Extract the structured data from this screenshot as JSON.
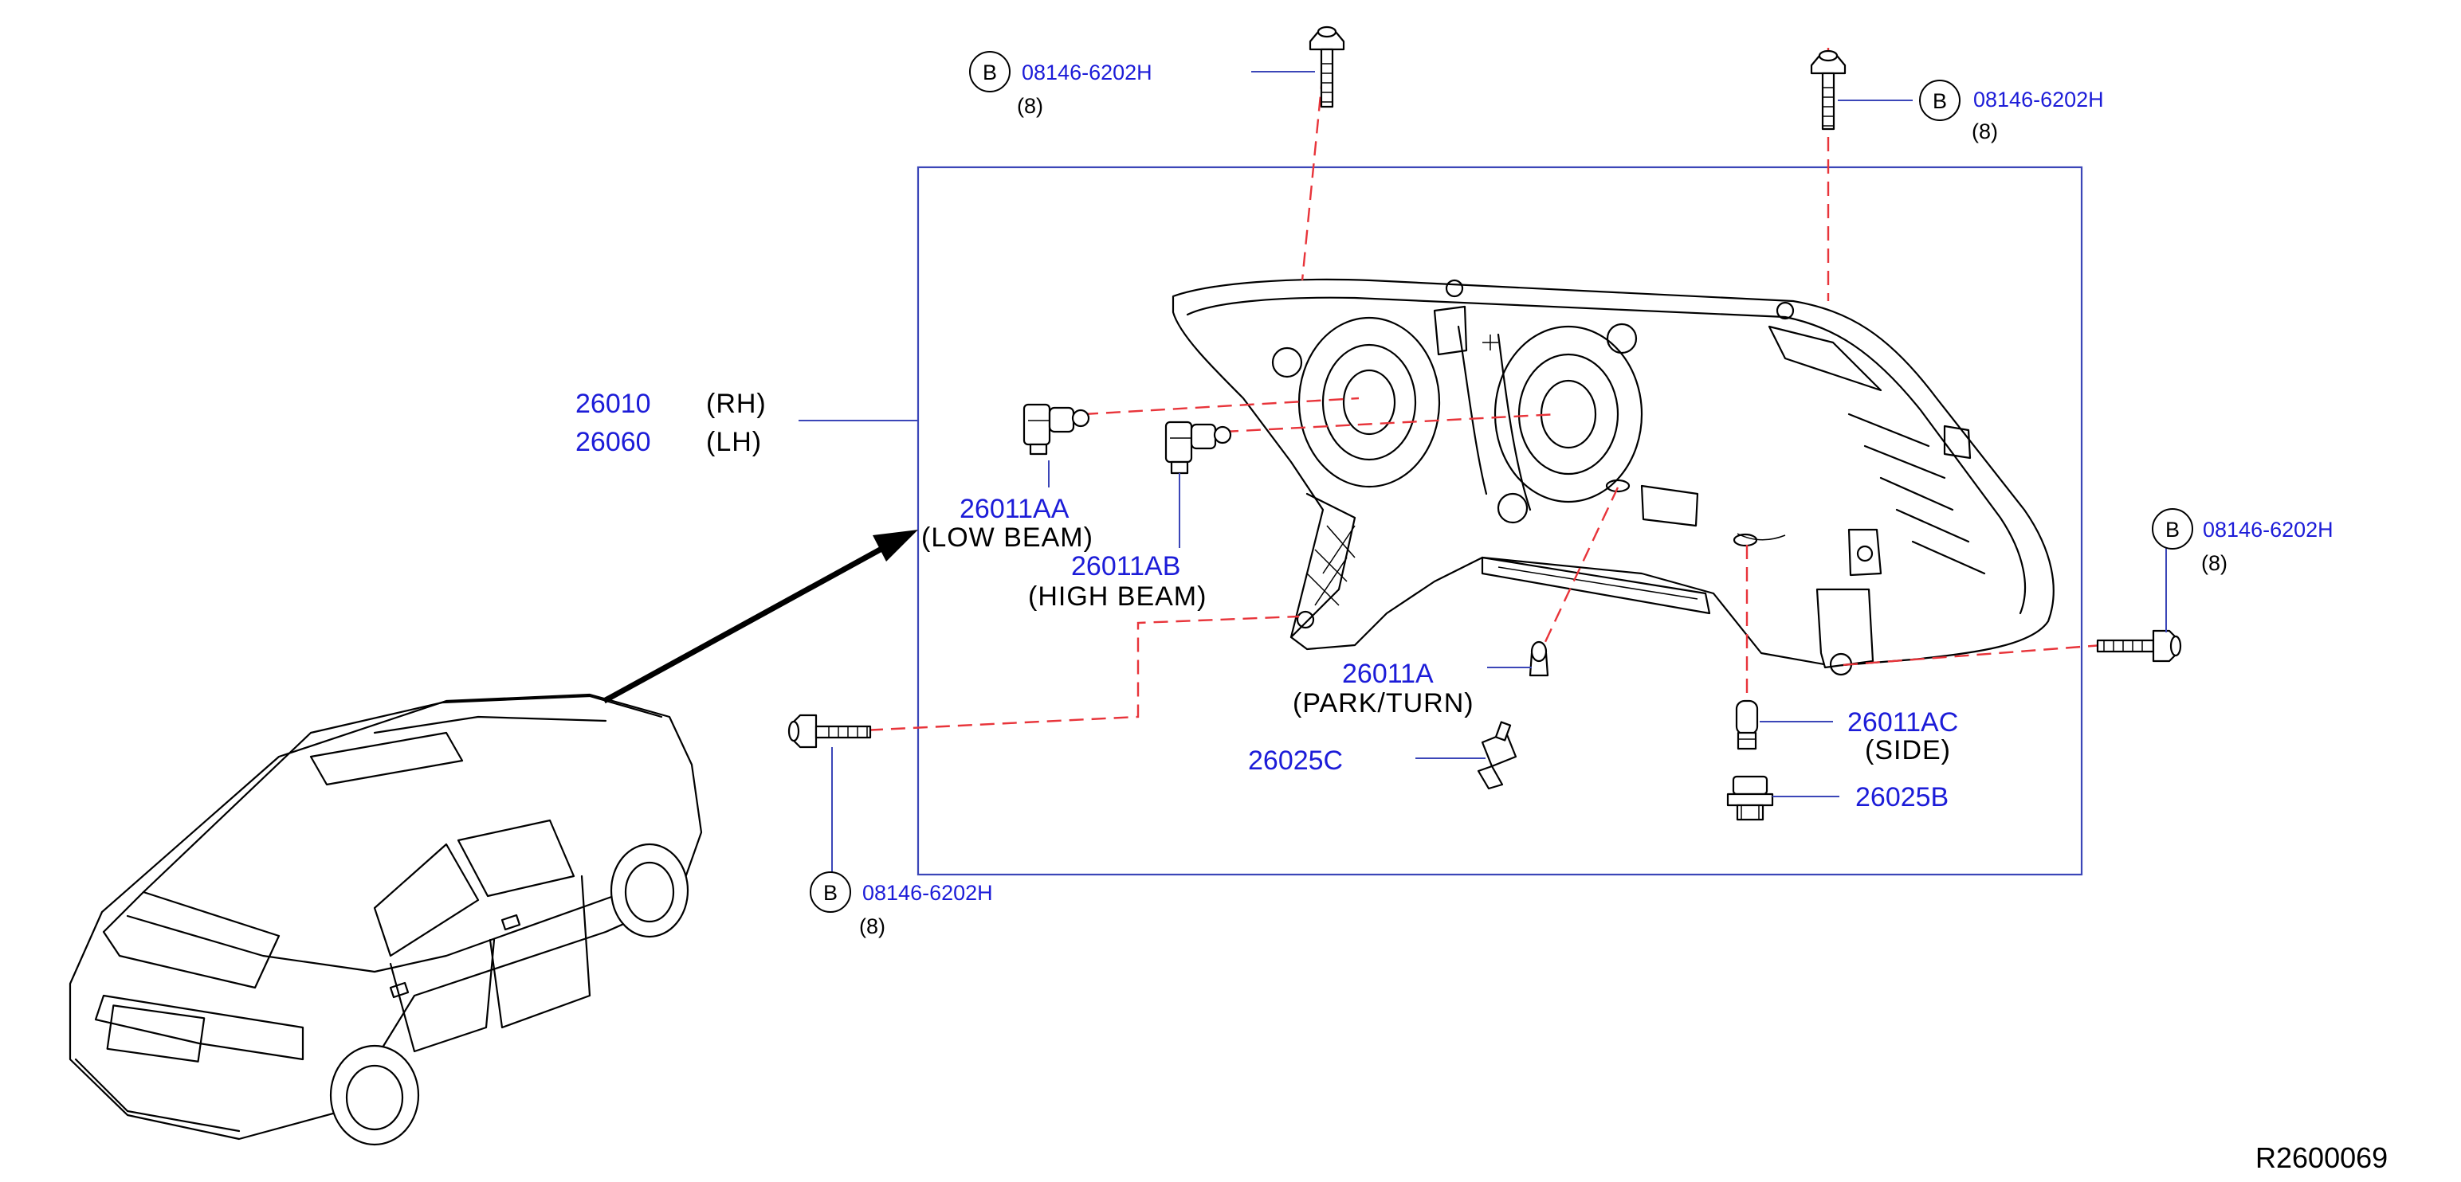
{
  "diagram": {
    "reference_code": "R2600069",
    "assembly": {
      "part_rh": "26010",
      "side_rh": "(RH)",
      "part_lh": "26060",
      "side_lh": "(LH)"
    },
    "bulb_low": {
      "part": "26011AA",
      "desc": "(LOW   BEAM)"
    },
    "bulb_high": {
      "part": "26011AB",
      "desc": "(HIGH   BEAM)"
    },
    "bulb_park": {
      "part": "26011A",
      "desc": "(PARK/TURN)"
    },
    "bulb_side": {
      "part": "26011AC",
      "desc": "(SIDE)"
    },
    "socket_c": {
      "part": "26025C"
    },
    "socket_b": {
      "part": "26025B"
    },
    "bolts": [
      {
        "circle": "B",
        "part": "08146-6202H",
        "qty": "(8)"
      },
      {
        "circle": "B",
        "part": "08146-6202H",
        "qty": "(8)"
      },
      {
        "circle": "B",
        "part": "08146-6202H",
        "qty": "(8)"
      },
      {
        "circle": "B",
        "part": "08146-6202H",
        "qty": "(8)"
      }
    ],
    "colors": {
      "part_number": "#1c1cd8",
      "leader": "#3b46b8",
      "hidden_line": "#e8343a",
      "outline": "#000000"
    }
  }
}
